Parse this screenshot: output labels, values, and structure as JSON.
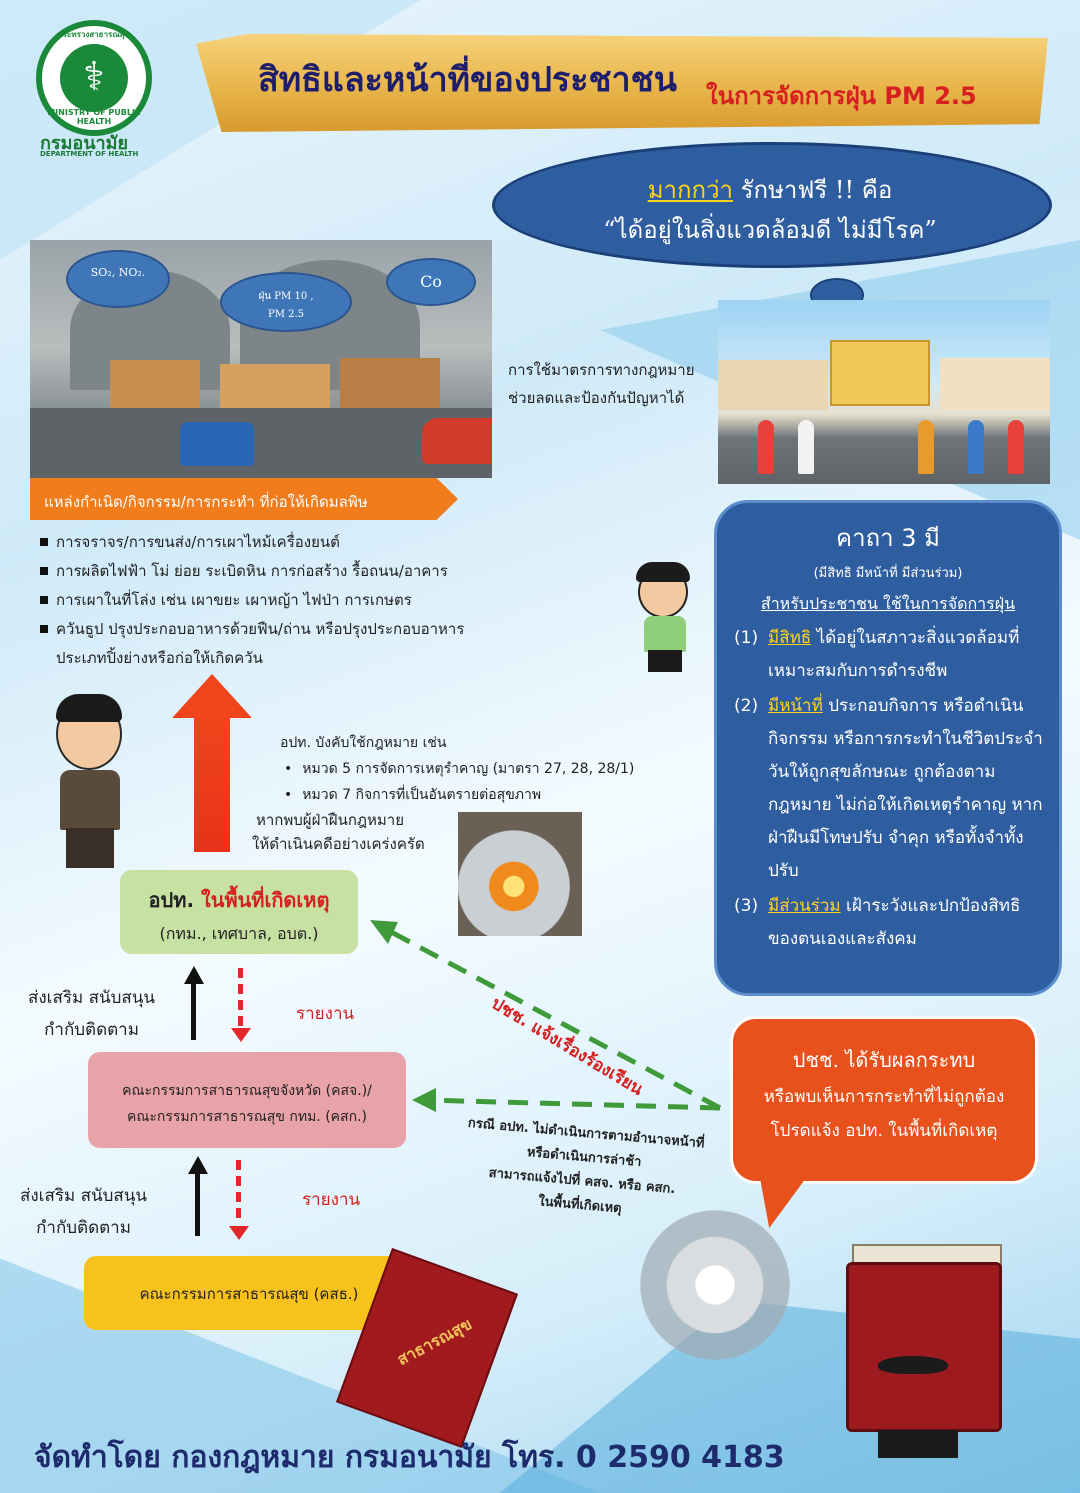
{
  "header": {
    "logo_ring_top": "กระทรวงสาธารณสุข",
    "logo_ring_bottom": "MINISTRY OF PUBLIC HEALTH",
    "dept_th": "กรมอนามัย",
    "dept_en": "DEPARTMENT OF HEALTH",
    "title": "สิทธิและหน้าที่ของประชาชน",
    "subtitle": "ในการจัดการฝุ่น PM 2.5"
  },
  "cloud": {
    "highlight": "มากกว่า",
    "line1_rest": " รักษาฟรี !! คือ",
    "line2": "“ได้อยู่ในสิ่งแวดล้อมดี ไม่มีโรค”"
  },
  "city": {
    "smog1": "SO₂, NO₂.",
    "smog2_line1": "ฝุ่น PM 10 ,",
    "smog2_line2": "PM 2.5",
    "smog3": "Co"
  },
  "law_note": {
    "line1": "การใช้มาตรการทางกฎหมาย",
    "line2": "ช่วยลดและป้องกันปัญหาได้"
  },
  "sources": {
    "heading": "แหล่งกำเนิด/กิจกรรม/การกระทำ ที่ก่อให้เกิดมลพิษ",
    "items": [
      "การจราจร/การขนส่ง/การเผาไหม้เครื่องยนต์",
      "การผลิตไฟฟ้า โม่ ย่อย ระเบิดหิน การก่อสร้าง รื้อถนน/อาคาร",
      "การเผาในที่โล่ง เช่น เผาขยะ เผาหญ้า ไฟป่า การเกษตร",
      "ควันธูป ปรุงประกอบอาหารด้วยฟืน/ถ่าน หรือปรุงประกอบอาหารประเภทปิ้งย่างหรือก่อให้เกิดควัน"
    ]
  },
  "enforce": {
    "title": "อปท. บังคับใช้กฎหมาย เช่น",
    "items": [
      "หมวด 5 การจัดการเหตุรำคาญ (มาตรา 27, 28, 28/1)",
      "หมวด 7 กิจการที่เป็นอันตรายต่อสุขภาพ"
    ],
    "violate_line1": "หากพบผู้ฝ่าฝืนกฎหมาย",
    "violate_line2": "ให้ดำเนินคดีอย่างเคร่งครัด"
  },
  "boxes": {
    "local_prefix": "อปท.",
    "local_highlight": " ในพื้นที่เกิดเหตุ",
    "local_sub": "(กทม., เทศบาล, อบต.)",
    "prov_line1": "คณะกรรมการสาธารณสุขจังหวัด (คสจ.)/",
    "prov_line2": "คณะกรรมการสาธารณสุข กทม. (คสก.)",
    "national": "คณะกรรมการสาธารณสุข (คสธ.)"
  },
  "flow": {
    "promote_line1": "ส่งเสริม สนับสนุน",
    "promote_line2": "กำกับติดตาม",
    "report": "รายงาน",
    "complain": "ปชช. แจ้งเรื่องร้องเรียน",
    "fail_line1": "กรณี อปท. ไม่ดำเนินการตามอำนาจหน้าที่",
    "fail_line2": "หรือดำเนินการล่าช้า",
    "fail_line3": "สามารถแจ้งไปที่ คสจ. หรือ คสก.",
    "fail_line4": "ในพื้นที่เกิดเหตุ"
  },
  "panel": {
    "title": "คาถา 3 มี",
    "sub": "(มีสิทธิ มีหน้าที่ มีส่วนร่วม)",
    "for": "สำหรับประชาชน ใช้ในการจัดการฝุ่น",
    "items": [
      {
        "num": "(1)",
        "key": "มีสิทธิ",
        "text": " ได้อยู่ในสภาวะสิ่งแวดล้อมที่เหมาะสมกับการดำรงชีพ"
      },
      {
        "num": "(2)",
        "key": "มีหน้าที่",
        "text": " ประกอบกิจการ หรือดำเนินกิจกรรม หรือการกระทำในชีวิตประจำวันให้ถูกสุขลักษณะ ถูกต้องตามกฎหมาย ไม่ก่อให้เกิดเหตุรำคาญ หากฝ่าฝืนมีโทษปรับ จำคุก หรือทั้งจำทั้งปรับ"
      },
      {
        "num": "(3)",
        "key": "มีส่วนร่วม",
        "text": " เฝ้าระวังและปกป้องสิทธิของตนเองและสังคม"
      }
    ]
  },
  "speech": {
    "line1": "ปชช. ได้รับผลกระทบ",
    "line2": "หรือพบเห็นการกระทำที่ไม่ถูกต้อง",
    "line3": "โปรดแจ้ง อปท. ในพื้นที่เกิดเหตุ"
  },
  "book": {
    "title": "สาธารณสุข"
  },
  "footer": "จัดทำโดย กองกฎหมาย   กรมอนามัย  โทร. 0 2590 4183",
  "colors": {
    "banner": "#e8b54a",
    "cloud_blue": "#2f5ea0",
    "source_orange": "#f07c1c",
    "alert_red": "#d62020",
    "local_box": "#c7e1a3",
    "prov_box": "#e8a3a8",
    "national_box": "#f7c21c",
    "dashed_green": "#3f9a3a"
  }
}
